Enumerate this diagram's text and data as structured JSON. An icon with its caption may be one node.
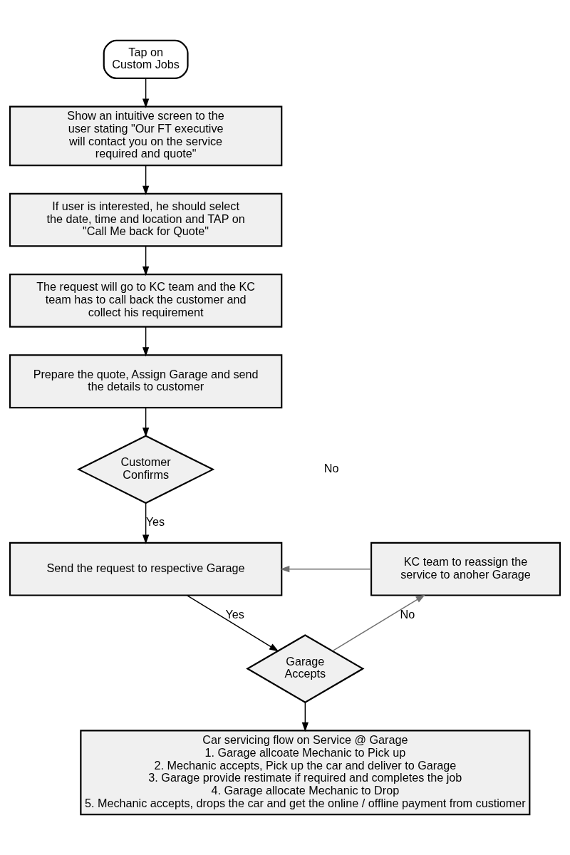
{
  "diagram": {
    "nodes": [
      {
        "text": [
          "Tap on Custom Jobs"
        ]
      },
      {
        "text": [
          "Show an intuitive screen to the user stating \"Our FT executive will contact you on the service required and quote\""
        ]
      },
      {
        "text": [
          "If user is interested, he should select the date, time and location and TAP on \"Call Me back for Quote\""
        ]
      },
      {
        "text": [
          "The request will go to KC team and the KC team has to call back the customer and collect his requirement"
        ]
      },
      {
        "text": [
          "Prepare the quote, Assign Garage and send the details to customer"
        ]
      },
      {
        "text": [
          "Customer Confirms"
        ]
      },
      {
        "text": [
          "Send the request to respective Garage"
        ]
      },
      {
        "text": [
          "KC team to reassign the service to anoher Garage"
        ]
      },
      {
        "text": [
          "Garage Accepts"
        ]
      },
      {
        "text": [
          "Car servicing flow on Service @ Garage",
          "1. Garage allcoate Mechanic to Pick up",
          "2. Mechanic accepts, Pick up the car and deliver to Garage",
          "3. Garage provide restimate if required and completes the job",
          "4. Garage allocate Mechanic to Drop",
          "5. Mechanic accepts, drops the car and get the online / offline payment from custiomer"
        ]
      }
    ],
    "edges": [
      {
        "from": 0,
        "to": 1,
        "arrow": "to"
      },
      {
        "from": 1,
        "to": 2,
        "arrow": "to"
      },
      {
        "from": 2,
        "to": 3,
        "arrow": "to"
      },
      {
        "from": 3,
        "to": 4,
        "arrow": "to"
      },
      {
        "from": 4,
        "to": 5,
        "arrow": "to"
      },
      {
        "from": 5,
        "to": 6,
        "arrow": "to",
        "label": "Yes"
      },
      {
        "from": 7,
        "to": 6,
        "arrow": "to",
        "color": "#707070"
      },
      {
        "from": 6,
        "to": 8,
        "arrow": "to",
        "label": "Yes"
      },
      {
        "from": 8,
        "to": 7,
        "arrow": "to",
        "label": "No",
        "color": "#707070"
      },
      {
        "from": 8,
        "to": 9,
        "arrow": "to"
      }
    ],
    "labels": [
      "No"
    ]
  }
}
